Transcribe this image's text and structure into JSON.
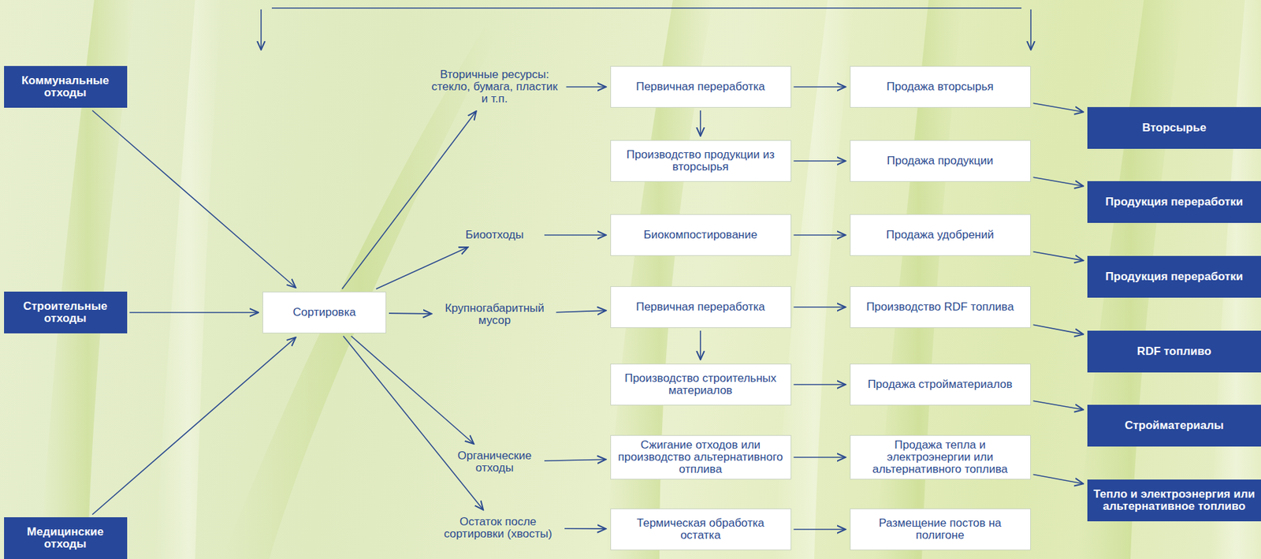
{
  "diagram": {
    "nodes": [
      {
        "text": [
          "Коммунальные отходы"
        ]
      },
      {
        "text": [
          "Строительные отходы"
        ]
      },
      {
        "text": [
          "Медицинские отходы"
        ]
      },
      {
        "text": [
          "Сортировка"
        ]
      },
      {
        "text": [
          "Вторичные ресурсы: стекло, бумага, пластик и т.п."
        ]
      },
      {
        "text": [
          "Биоотходы"
        ]
      },
      {
        "text": [
          "Крупногабаритный мусор"
        ]
      },
      {
        "text": [
          "Органические отходы"
        ]
      },
      {
        "text": [
          "Остаток после сортировки (хвосты)"
        ]
      },
      {
        "text": [
          "Первичная переработка"
        ]
      },
      {
        "text": [
          "Производство продукции из вторсырья"
        ]
      },
      {
        "text": [
          "Биокомпостирование"
        ]
      },
      {
        "text": [
          "Первичная переработка"
        ]
      },
      {
        "text": [
          "Производство строительных материалов"
        ]
      },
      {
        "text": [
          "Сжигание отходов или производство альтернативного отплива"
        ]
      },
      {
        "text": [
          "Термическая обработка остатка"
        ]
      },
      {
        "text": [
          "Продажа вторсырья"
        ]
      },
      {
        "text": [
          "Продажа продукции"
        ]
      },
      {
        "text": [
          "Продажа удобрений"
        ]
      },
      {
        "text": [
          "Производство RDF топлива"
        ]
      },
      {
        "text": [
          "Продажа стройматериалов"
        ]
      },
      {
        "text": [
          "Продажа тепла и электроэнергии или альтернативного топлива"
        ]
      },
      {
        "text": [
          "Размещение постов на полигоне"
        ]
      },
      {
        "text": [
          "Вторсырье"
        ]
      },
      {
        "text": [
          "Продукция переработки"
        ]
      },
      {
        "text": [
          "Продукция переработки"
        ]
      },
      {
        "text": [
          "RDF топливо"
        ]
      },
      {
        "text": [
          "Стройматериалы"
        ]
      },
      {
        "text": [
          "Тепло и электроэнергия или альтернативное топливо"
        ]
      }
    ],
    "edges": [
      {
        "from": 0,
        "to": 3,
        "arrow": "to"
      },
      {
        "from": 1,
        "to": 3,
        "arrow": "to"
      },
      {
        "from": 2,
        "to": 3,
        "arrow": "to"
      },
      {
        "from": 3,
        "to": 4,
        "arrow": "to"
      },
      {
        "from": 3,
        "to": 5,
        "arrow": "to"
      },
      {
        "from": 3,
        "to": 6,
        "arrow": "to"
      },
      {
        "from": 3,
        "to": 7,
        "arrow": "to"
      },
      {
        "from": 3,
        "to": 8,
        "arrow": "to"
      },
      {
        "from": 4,
        "to": 9,
        "arrow": "to"
      },
      {
        "from": 9,
        "to": 10,
        "arrow": "to"
      },
      {
        "from": 9,
        "to": 16,
        "arrow": "to"
      },
      {
        "from": 10,
        "to": 17,
        "arrow": "to"
      },
      {
        "from": 5,
        "to": 11,
        "arrow": "to"
      },
      {
        "from": 11,
        "to": 18,
        "arrow": "to"
      },
      {
        "from": 6,
        "to": 12,
        "arrow": "to"
      },
      {
        "from": 12,
        "to": 19,
        "arrow": "to"
      },
      {
        "from": 12,
        "to": 13,
        "arrow": "to"
      },
      {
        "from": 13,
        "to": 20,
        "arrow": "to"
      },
      {
        "from": 7,
        "to": 14,
        "arrow": "to"
      },
      {
        "from": 14,
        "to": 21,
        "arrow": "to"
      },
      {
        "from": 8,
        "to": 15,
        "arrow": "to"
      },
      {
        "from": 15,
        "to": 22,
        "arrow": "to"
      },
      {
        "from": 16,
        "to": 23,
        "arrow": "to"
      },
      {
        "from": 17,
        "to": 24,
        "arrow": "to"
      },
      {
        "from": 18,
        "to": 25,
        "arrow": "to"
      },
      {
        "from": 19,
        "to": 26,
        "arrow": "to"
      },
      {
        "from": 20,
        "to": 27,
        "arrow": "to"
      },
      {
        "from": 21,
        "to": 28,
        "arrow": "to"
      }
    ]
  }
}
